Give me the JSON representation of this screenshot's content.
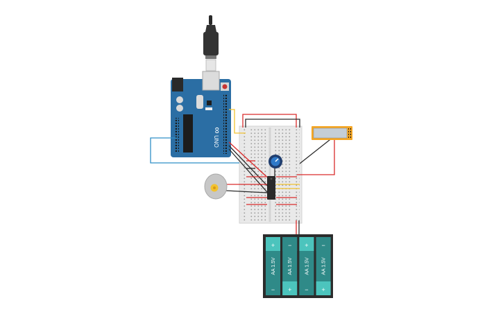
{
  "arduino": {
    "brand_label": "UNO",
    "logo_symbol": "∞",
    "board_color": "#2b6ea4",
    "usb_cable_color": "#2a2a2a"
  },
  "battery_pack": {
    "cells": [
      {
        "label": "AA 1.5V",
        "top_sign": "+",
        "bottom_sign": "−"
      },
      {
        "label": "AA 1.5V",
        "top_sign": "−",
        "bottom_sign": "+"
      },
      {
        "label": "AA 1.5V",
        "top_sign": "+",
        "bottom_sign": "−"
      },
      {
        "label": "AA 1.5V",
        "top_sign": "−",
        "bottom_sign": "+"
      }
    ],
    "cell_color": "#2f8a88",
    "cap_color": "#4cc4bd"
  },
  "wire_colors": {
    "red": "#d92b2b",
    "black": "#2b2b2b",
    "blue": "#2f8fc6",
    "yellow": "#f2c230"
  },
  "components": {
    "breadboard": "breadboard",
    "motor_driver_ic": "driver-chip",
    "potentiometer": "potentiometer-knob",
    "dc_motor": "dc-motor",
    "display_module": "lcd-module"
  }
}
